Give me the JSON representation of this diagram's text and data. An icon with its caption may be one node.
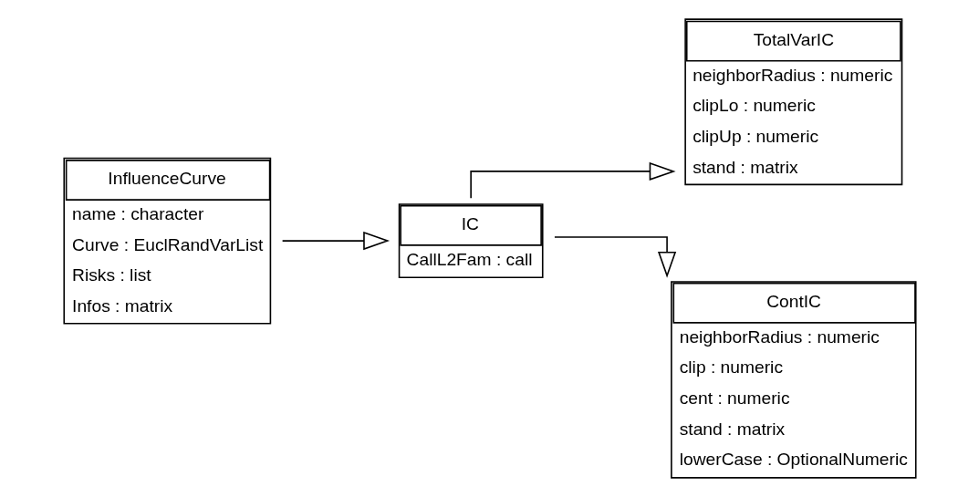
{
  "diagram": {
    "nodes": [
      {
        "text": [
          "InfluenceCurve",
          "name : character",
          "Curve : EuclRandVarList",
          "Risks : list",
          "Infos : matrix"
        ]
      },
      {
        "text": [
          "IC",
          "CallL2Fam : call"
        ]
      },
      {
        "text": [
          "TotalVarIC",
          "neighborRadius : numeric",
          "clipLo : numeric",
          "clipUp : numeric",
          "stand : matrix"
        ]
      },
      {
        "text": [
          "ContIC",
          "neighborRadius : numeric",
          "clip : numeric",
          "cent : numeric",
          "stand : matrix",
          "lowerCase : OptionalNumeric"
        ]
      }
    ],
    "edges": [
      {
        "from": 0,
        "to": 1,
        "arrow": "to"
      },
      {
        "from": 1,
        "to": 2,
        "arrow": "to"
      },
      {
        "from": 1,
        "to": 3,
        "arrow": "to"
      }
    ]
  }
}
